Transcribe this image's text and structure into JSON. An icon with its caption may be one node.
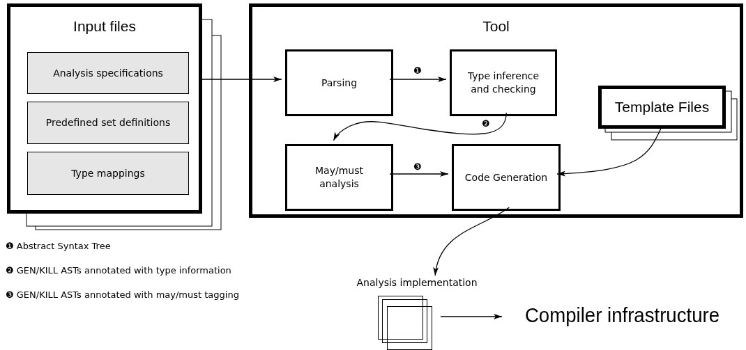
{
  "diagram": {
    "nodes": [
      {
        "text": [
          "Input files"
        ]
      },
      {
        "text": [
          "Analysis specifications"
        ],
        "in": 0
      },
      {
        "text": [
          "Predefined set definitions"
        ],
        "in": 0
      },
      {
        "text": [
          "Type mappings"
        ],
        "in": 0
      },
      {
        "text": [
          "Tool"
        ]
      },
      {
        "text": [
          "Parsing"
        ],
        "in": 4
      },
      {
        "text": [
          "Type inference and checking"
        ],
        "in": 4
      },
      {
        "text": [
          "Template Files"
        ],
        "in": 4
      },
      {
        "text": [
          "May/must analysis"
        ],
        "in": 4
      },
      {
        "text": [
          "Code Generation"
        ],
        "in": 4
      },
      {
        "text": [
          "Analysis implementation"
        ]
      },
      {
        "text": [],
        "shape": "box"
      },
      {
        "text": [
          "Compiler infrastructure"
        ]
      }
    ],
    "edges": [
      {
        "from": 0,
        "to": 5,
        "arrow": "to"
      },
      {
        "from": 5,
        "to": 6,
        "label": "❶",
        "arrow": "to"
      },
      {
        "from": 6,
        "to": 8,
        "label": "❷",
        "arrow": "to"
      },
      {
        "from": 8,
        "to": 9,
        "label": "❸",
        "arrow": "to"
      },
      {
        "from": 7,
        "to": 9,
        "arrow": "to"
      },
      {
        "from": 9,
        "to": 10,
        "arrow": "to"
      },
      {
        "from": 11,
        "to": 12,
        "arrow": "to"
      }
    ],
    "labels": [
      "❶ Abstract Syntax Tree",
      "❷ GEN/KILL ASTs annotated with type information",
      "❸ GEN/KILL ASTs annotated with may/must tagging"
    ]
  }
}
